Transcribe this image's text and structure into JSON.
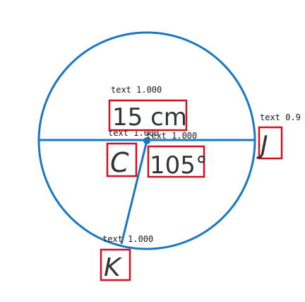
{
  "figure": {
    "colors": {
      "circle_stroke": "#1a78c2",
      "box_stroke": "#d0101e",
      "label_text": "#333333",
      "annotation_text": "#1a1a1a",
      "center_dot": "#1a78c2"
    }
  },
  "labels": {
    "length": "15 cm",
    "center": "C",
    "angle": "105°",
    "point_j": "J",
    "point_k": "K"
  },
  "annotations": {
    "length": "text 1.000",
    "center": "text 1.000",
    "angle": "text 1.000",
    "point_j": "text 0.9",
    "point_k": "text 1.000"
  }
}
